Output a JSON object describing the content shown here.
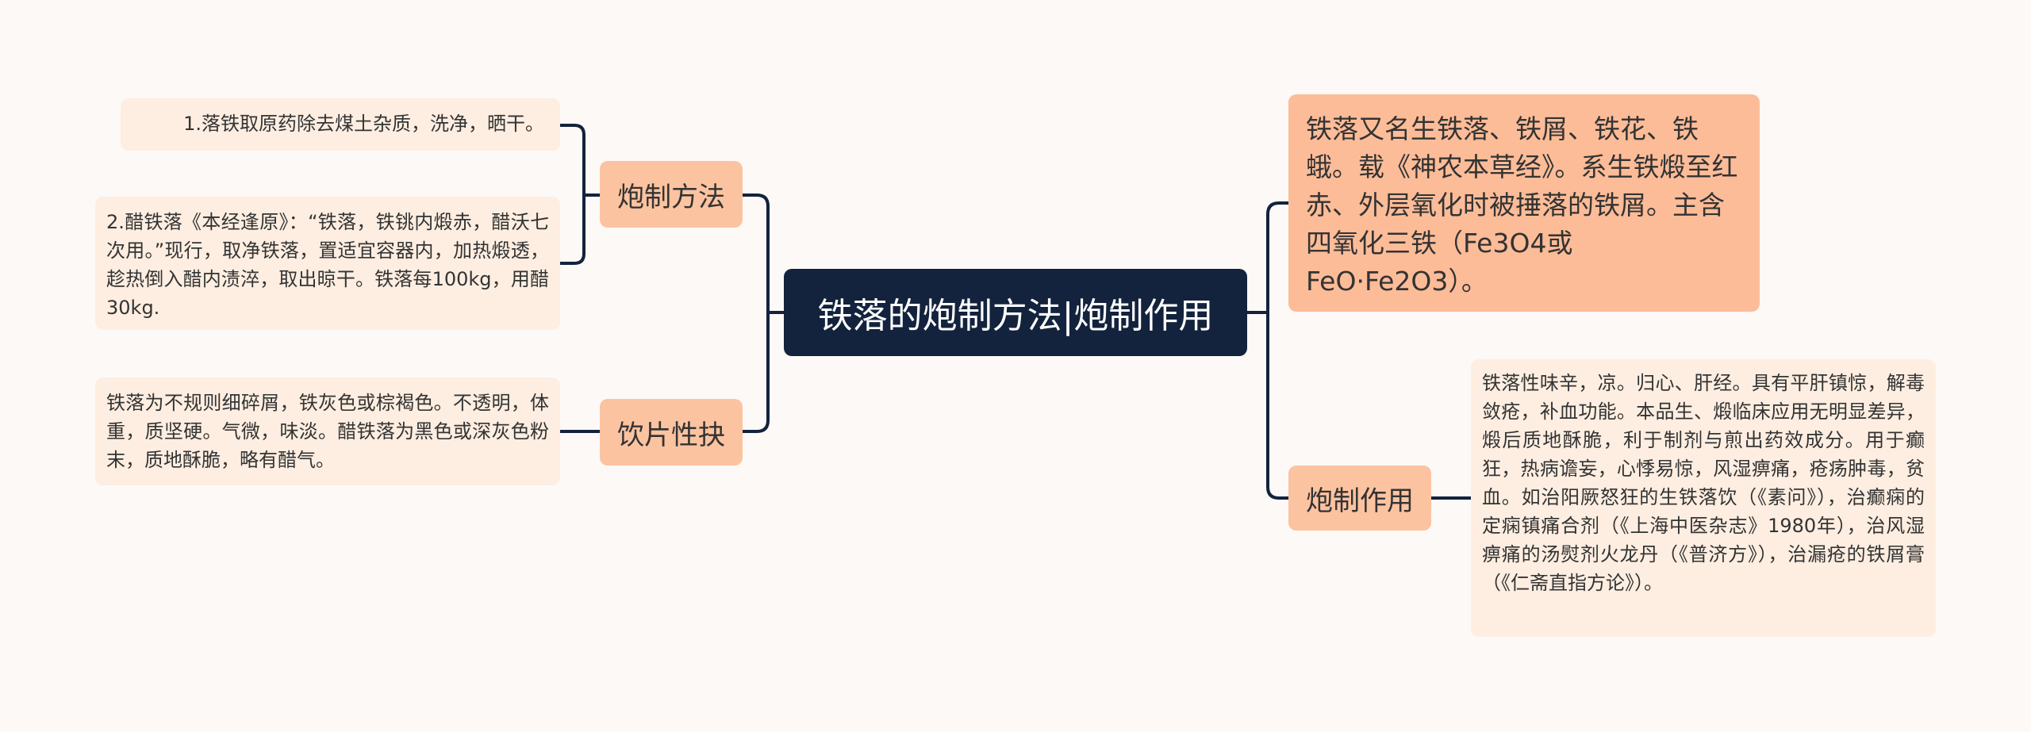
{
  "root": {
    "title": "铁落的炮制方法|炮制作用"
  },
  "branches": {
    "processing_method": "炮制方法",
    "decoction_pieces": "饮片性抉",
    "processing_effect": "炮制作用"
  },
  "leaves": {
    "method_1": "1.落铁取原药除去煤土杂质，洗净，晒干。",
    "method_2": "2.醋铁落《本经逢原》：“铁落，铁铫内煅赤，醋沃七次用。”现行，取净铁落，置适宜容器内，加热煅透，趁热倒入醋内渍淬，取出晾干。铁落每100kg，用醋30kg.",
    "pieces_desc": "铁落为不规则细碎屑，铁灰色或棕褐色。不透明，体重，质坚硬。气微，味淡。醋铁落为黑色或深灰色粉末，质地酥脆，略有醋气。",
    "intro": "铁落又名生铁落、铁屑、铁花、铁蛾。载《神农本草经》。系生铁煅至红赤、外层氧化时被捶落的铁屑。主含四氧化三铁（Fe3O4或FeO·Fe2O3）。",
    "effect_desc": "铁落性味辛，凉。归心、肝经。具有平肝镇惊，解毒敛疮，补血功能。本品生、煅临床应用无明显差异，煅后质地酥脆，利于制剂与煎出药效成分。用于癫狂，热病谵妄，心悸易惊，风湿痹痛，疮疡肿毒，贫血。如治阳厥怒狂的生铁落饮（《素问》），治癫痫的定痫镇痛合剂（《上海中医杂志》1980年），治风湿痹痛的汤熨剂火龙丹（《普济方》），治漏疮的铁屑膏（《仁斋直指方论》）。"
  },
  "colors": {
    "background": "#fdf9f7",
    "root": "#13233d",
    "branch": "#fcc3a0",
    "leaf": "#fdeee1",
    "connector": "#13233d"
  }
}
